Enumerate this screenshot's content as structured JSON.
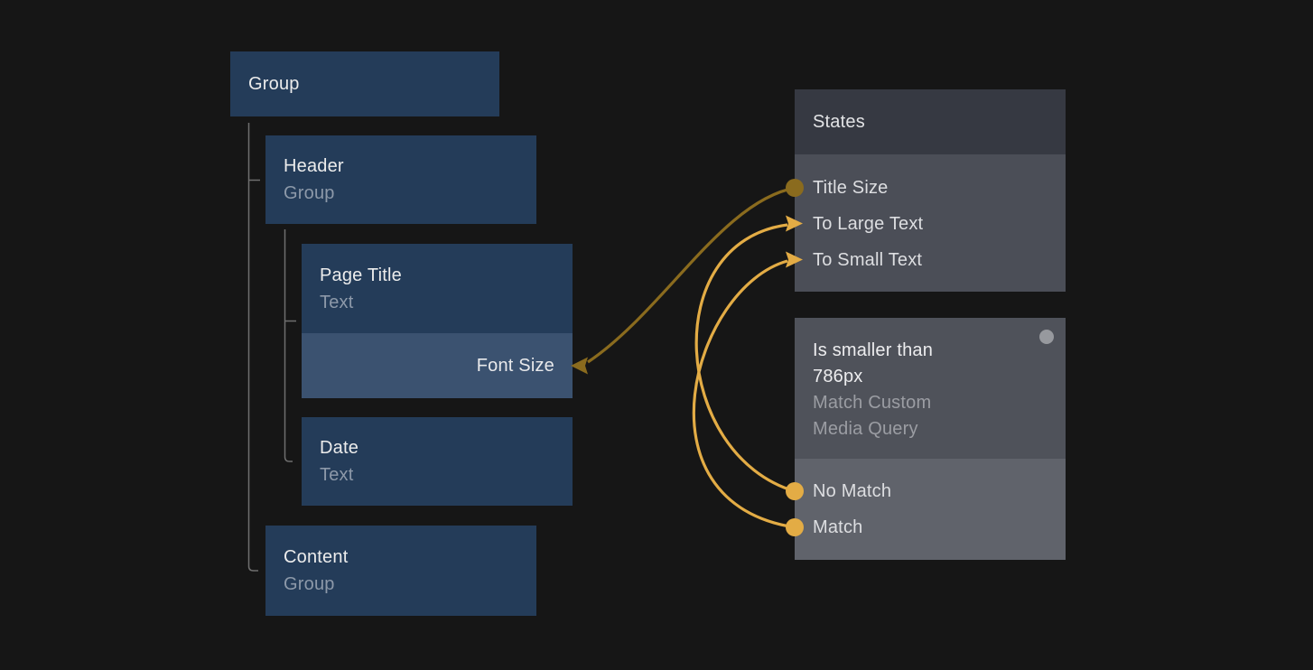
{
  "layer_tree": {
    "nodes": {
      "group": {
        "title": "Group"
      },
      "header": {
        "title": "Header",
        "subtitle": "Group"
      },
      "page_title": {
        "title": "Page Title",
        "subtitle": "Text",
        "override_label": "Font Size"
      },
      "date": {
        "title": "Date",
        "subtitle": "Text"
      },
      "content": {
        "title": "Content",
        "subtitle": "Group"
      }
    }
  },
  "states_panel": {
    "title": "States",
    "items": [
      "Title Size",
      "To Large Text",
      "To Small Text"
    ]
  },
  "media_query_panel": {
    "title": "Is smaller than 786px",
    "subtitle": "Match Custom Media Query",
    "items": [
      "No Match",
      "Match"
    ]
  },
  "connections": [
    {
      "from": "Title Size",
      "to": "Font Size",
      "color": "#8A6B1E"
    },
    {
      "from": "No Match",
      "to": "To Large Text",
      "color": "#E3AC45"
    },
    {
      "from": "Match",
      "to": "To Small Text",
      "color": "#E3AC45"
    }
  ],
  "colors": {
    "background": "#161616",
    "node_fill": "#243C59",
    "node_override_fill": "#3B5270",
    "node_title_text": "#ECECEC",
    "node_subtitle_text": "#8D99A9",
    "tree_line": "#6F6F6F",
    "states_header_bg": "#363942",
    "states_body_bg": "#4B4E57",
    "media_query_header_bg": "#4F525A",
    "media_query_body_bg": "#60636B",
    "panel_text": "#DDDEE1",
    "panel_subtext": "#9B9DA3",
    "connector_active": "#E3AC45",
    "connector_inactive": "#8A6B1E",
    "status_dot": "#97999E"
  }
}
